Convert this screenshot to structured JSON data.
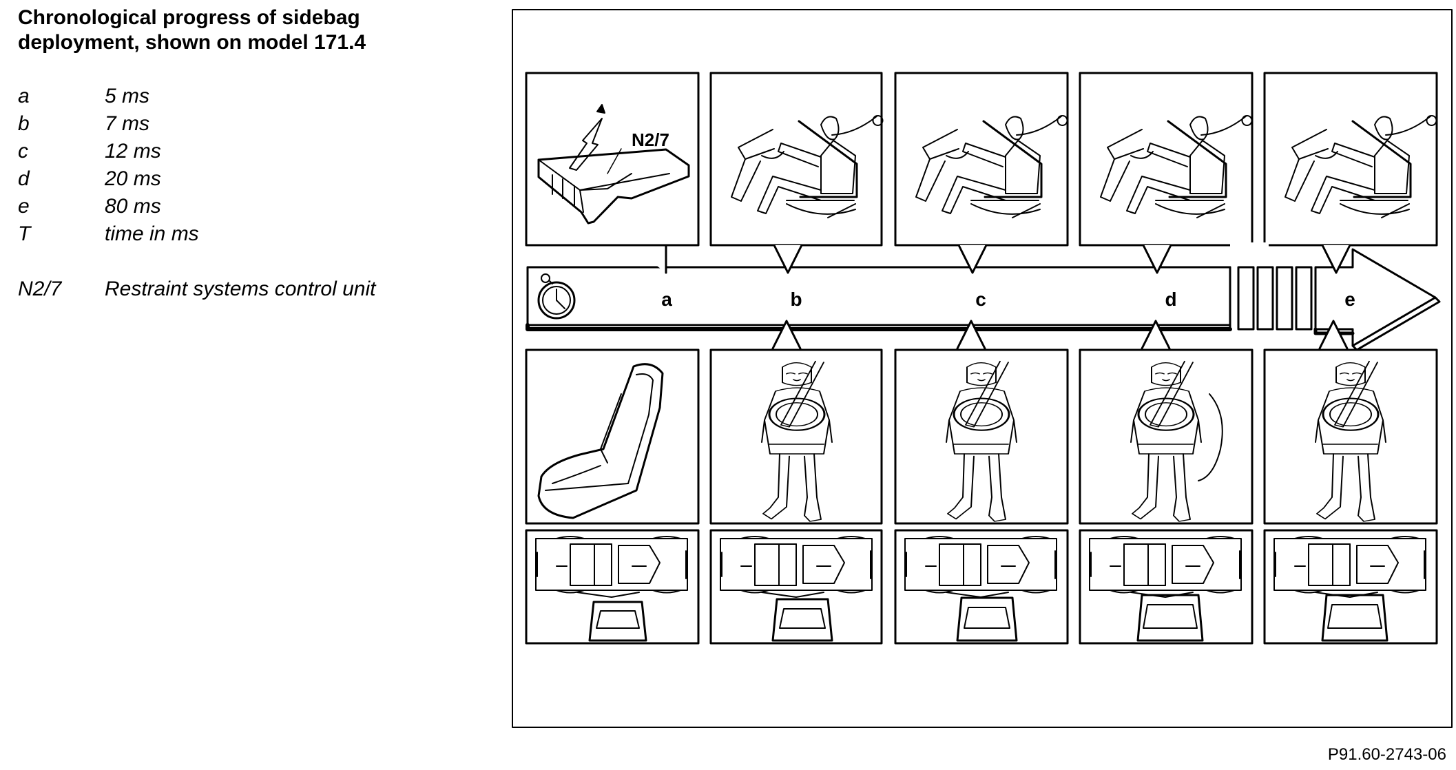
{
  "title": "Chronological progress of sidebag deployment, shown on model 171.4",
  "legend": [
    {
      "key": "a",
      "value": "5 ms"
    },
    {
      "key": "b",
      "value": "7 ms"
    },
    {
      "key": "c",
      "value": "12 ms"
    },
    {
      "key": "d",
      "value": "20 ms"
    },
    {
      "key": "e",
      "value": "80 ms"
    },
    {
      "key": "T",
      "value": "time in ms"
    }
  ],
  "component": {
    "key": "N2/7",
    "value": "Restraint systems control unit"
  },
  "diagram": {
    "control_unit_label": "N2/7",
    "timeline_letters": [
      "a",
      "b",
      "c",
      "d",
      "e"
    ],
    "figure_code": "P91.60-2743-06"
  },
  "icons": [
    "stopwatch-icon",
    "lightning-icon"
  ]
}
